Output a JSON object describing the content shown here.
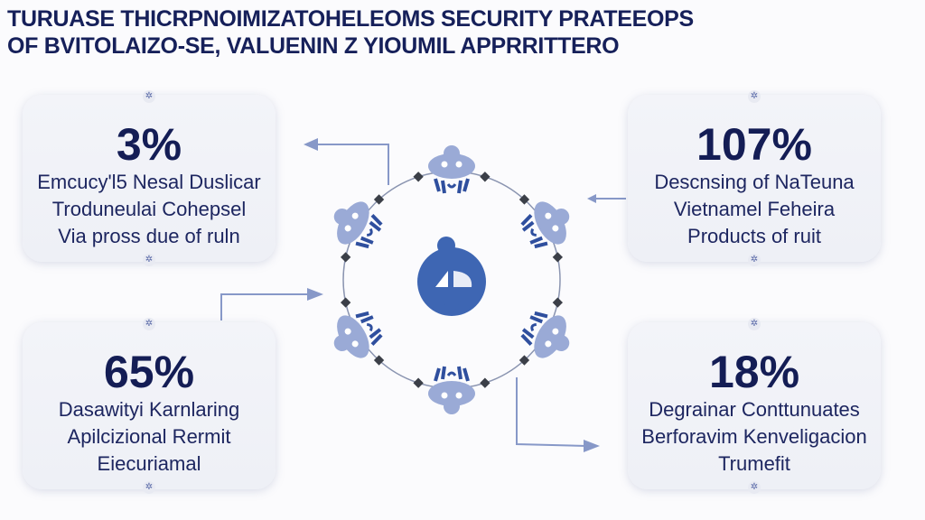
{
  "title": {
    "line1": "TURUASE THICRPNOIMIZATOHELEOMS SECURITY PRATEEOPS",
    "line2": "OF BVITOLAIZO-SE, VALUENIN Z YIOUMIL APPRRITTERO"
  },
  "cards": [
    {
      "value": "3%",
      "lines": [
        "Emcucy'l5 Nesal Duslicar",
        "Troduneulai Cohepsel",
        "Via pross due of ruln"
      ]
    },
    {
      "value": "107%",
      "lines": [
        "Descnsing of NaTeuna",
        "Vietnamel Feheira",
        "Products of ruit"
      ]
    },
    {
      "value": "65%",
      "lines": [
        "Dasawityi Karnlaring",
        "Apilcizional Rermit",
        "Eiecuriamal"
      ]
    },
    {
      "value": "18%",
      "lines": [
        "Degrainar Conttunuates",
        "Berforavim Kenveligacion",
        "Trumefit"
      ]
    }
  ],
  "colors": {
    "navy": "#14215a",
    "node": "#9aaad6",
    "node_dark": "#2f4f9e",
    "center": "#3e66b3",
    "connector": "#7f90c4"
  }
}
